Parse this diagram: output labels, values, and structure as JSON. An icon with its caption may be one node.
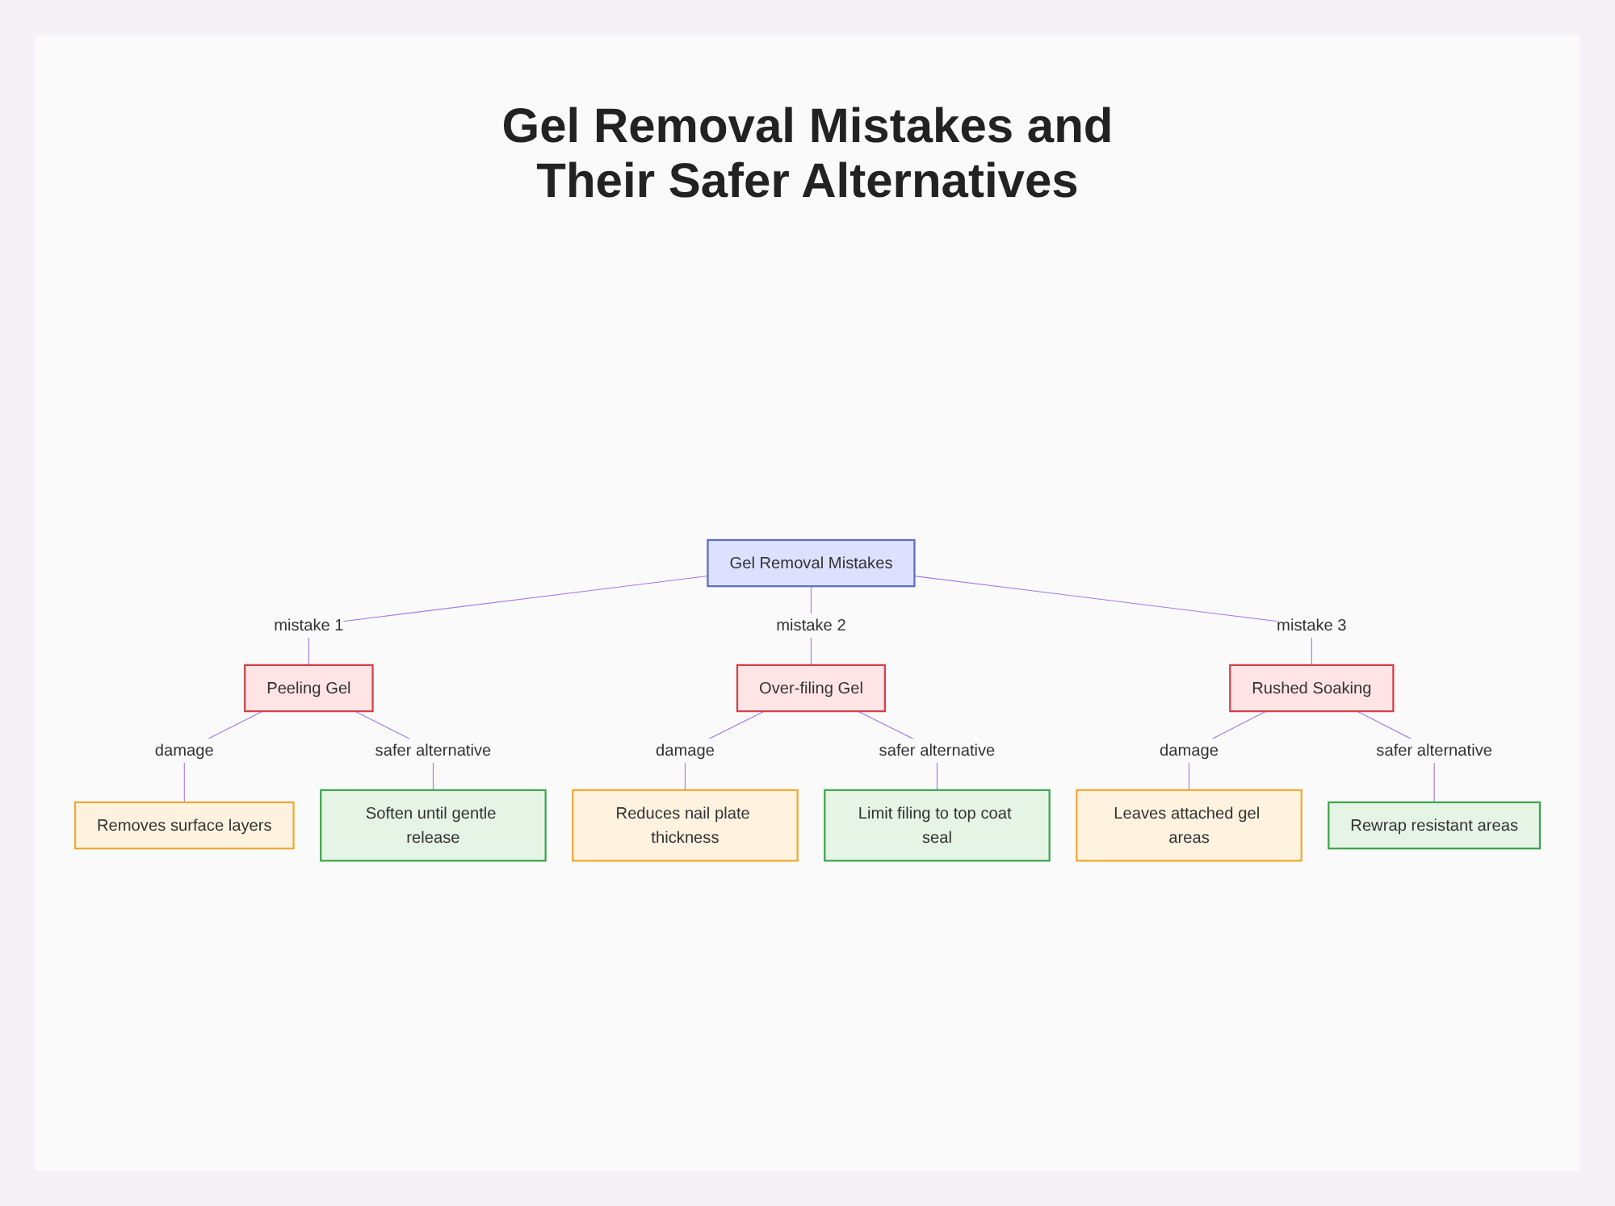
{
  "diagram": {
    "title": "Gel Removal Mistakes and Their Safer Alternatives",
    "nodes": [
      {
        "text": [
          "Gel Removal Mistakes"
        ]
      },
      {
        "text": [
          "Peeling Gel"
        ]
      },
      {
        "text": [
          "Over-filing Gel"
        ]
      },
      {
        "text": [
          "Rushed Soaking"
        ]
      },
      {
        "text": [
          "Removes surface layers"
        ]
      },
      {
        "text": [
          "Soften until gentle release"
        ]
      },
      {
        "text": [
          "Reduces nail plate thickness"
        ]
      },
      {
        "text": [
          "Limit filing to top coat seal"
        ]
      },
      {
        "text": [
          "Leaves attached gel areas"
        ]
      },
      {
        "text": [
          "Rewrap resistant areas"
        ]
      }
    ],
    "edges": [
      {
        "from": 0,
        "to": 1,
        "arrow": "none",
        "label": "mistake 1"
      },
      {
        "from": 0,
        "to": 2,
        "arrow": "none",
        "label": "mistake 2"
      },
      {
        "from": 0,
        "to": 3,
        "arrow": "none",
        "label": "mistake 3"
      },
      {
        "from": 1,
        "to": 4,
        "arrow": "none",
        "label": "damage"
      },
      {
        "from": 1,
        "to": 5,
        "arrow": "none",
        "label": "safer alternative"
      },
      {
        "from": 2,
        "to": 6,
        "arrow": "none",
        "label": "damage"
      },
      {
        "from": 2,
        "to": 7,
        "arrow": "none",
        "label": "safer alternative"
      },
      {
        "from": 3,
        "to": 8,
        "arrow": "none",
        "label": "damage"
      },
      {
        "from": 3,
        "to": 9,
        "arrow": "none",
        "label": "safer alternative"
      }
    ]
  }
}
